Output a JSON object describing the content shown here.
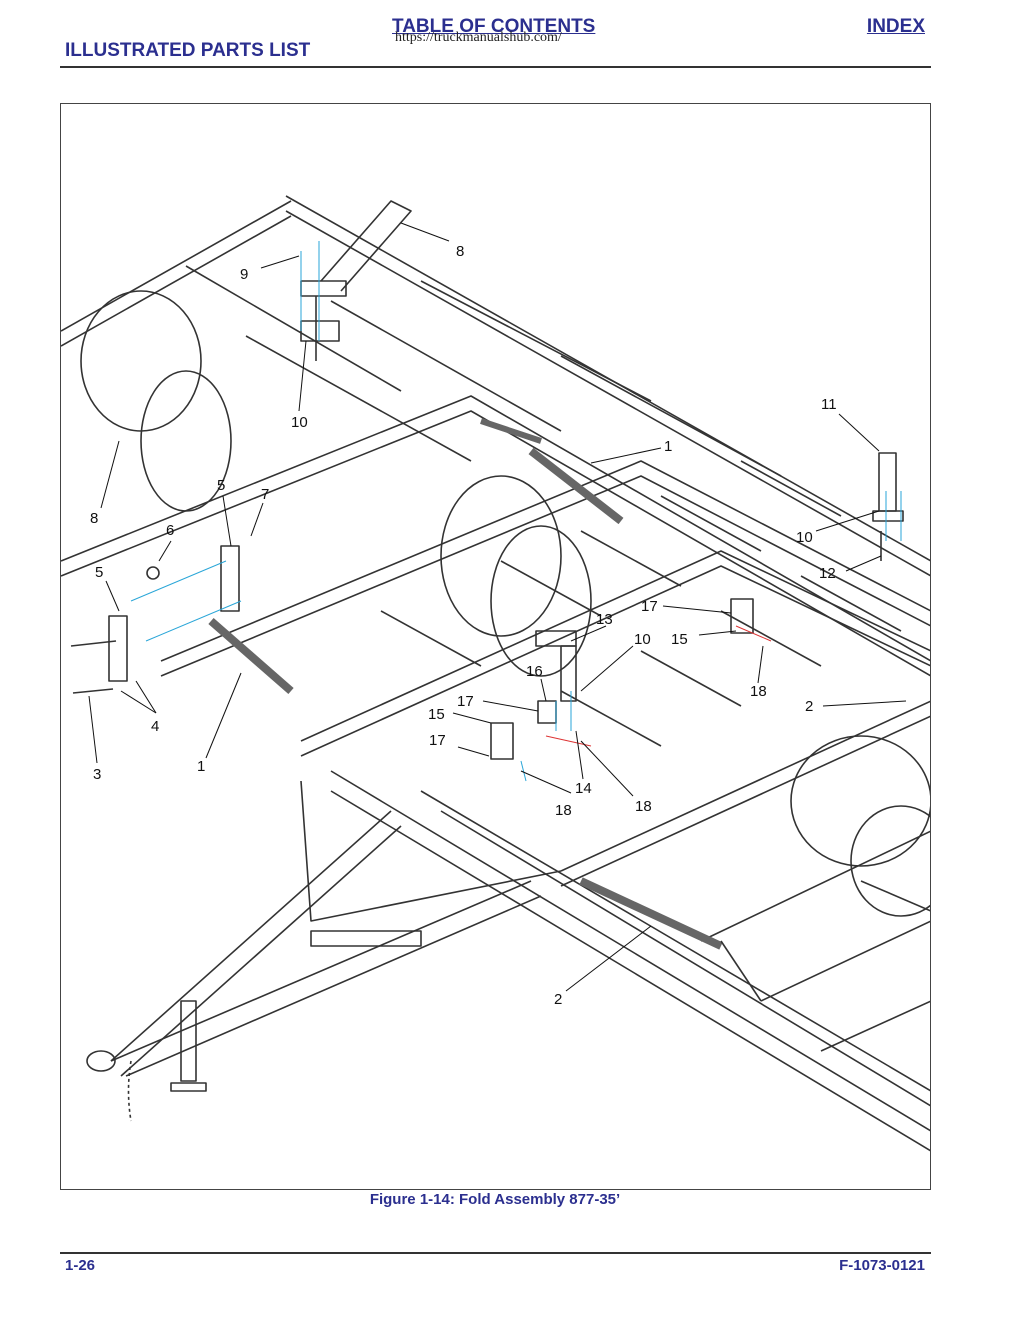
{
  "header": {
    "toc_label": "TABLE OF CONTENTS",
    "watermark": "https://truckmanualshub.com/",
    "index_label": "INDEX",
    "section_title": "ILLUSTRATED PARTS LIST"
  },
  "figure": {
    "caption": "Figure 1-14:  Fold Assembly 877-35’",
    "callouts": [
      "8",
      "9",
      "10",
      "11",
      "1",
      "8",
      "5",
      "7",
      "6",
      "10",
      "5",
      "12",
      "17",
      "13",
      "10",
      "15",
      "16",
      "18",
      "17",
      "2",
      "15",
      "17",
      "4",
      "1",
      "3",
      "14",
      "18",
      "18",
      "2"
    ]
  },
  "footer": {
    "page_number": "1-26",
    "doc_number": "F-1073-0121"
  }
}
